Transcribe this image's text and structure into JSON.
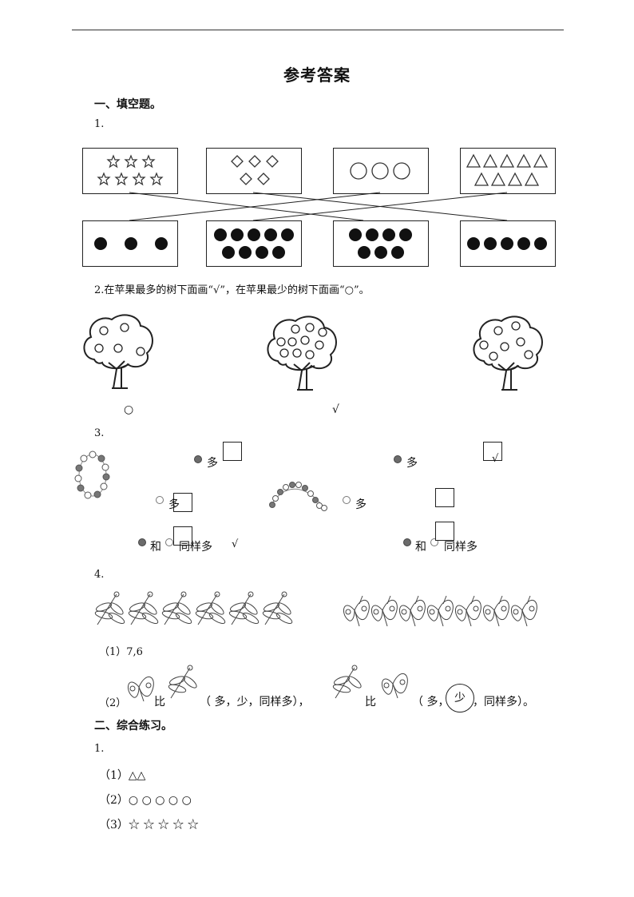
{
  "title": "参考答案",
  "section1": {
    "heading": "一、填空题。",
    "q1": {
      "number": "1.",
      "top_boxes": [
        {
          "shape": "star",
          "glyph": "☆",
          "count": 7
        },
        {
          "shape": "diamond",
          "glyph": "◇",
          "count": 5
        },
        {
          "shape": "circle",
          "glyph": "○",
          "count": 3
        },
        {
          "shape": "triangle",
          "glyph": "△",
          "count": 9
        }
      ],
      "bottom_boxes": [
        {
          "glyph": "●",
          "count": 3
        },
        {
          "glyph": "●",
          "count": 9
        },
        {
          "glyph": "●",
          "count": 7
        },
        {
          "glyph": "●",
          "count": 5
        }
      ]
    },
    "q2": {
      "text": "2.在苹果最多的树下面画“√”，在苹果最少的树下面画“○”。",
      "marks": [
        "○",
        "√"
      ]
    },
    "q3": {
      "number": "3.",
      "more": "多",
      "and": "和",
      "same": "同样多",
      "check": "√"
    },
    "q4": {
      "number": "4.",
      "answer1": "（1）7,6",
      "p2_prefix": "（2）",
      "bi": "比",
      "choice1": "（ 多，少，同样多），",
      "choice2_open": "（ 多，",
      "choice2_circled": "少",
      "choice2_close": "，同样多）。"
    }
  },
  "section2": {
    "heading": "二、综合练习。",
    "q1": {
      "number": "1.",
      "answers": [
        "（1）△△",
        "（2）○ ○ ○ ○ ○",
        "（3）☆ ☆ ☆ ☆ ☆"
      ]
    }
  }
}
